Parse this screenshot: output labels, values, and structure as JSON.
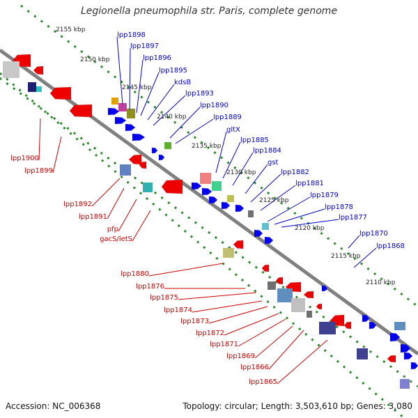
{
  "title": "Legionella pneumophila str. Paris, complete genome",
  "accession": "Accession: NC_006368",
  "topology": "Topology: circular; Length: 3,503,610 bp; Genes: 3,080",
  "colors": {
    "forward_label": "#0000cc",
    "reverse_label": "#cc0000",
    "backbone": "#808080",
    "ticks": "#2a8a2a",
    "forward_gene": "#0000ee",
    "reverse_gene": "#ee0000"
  },
  "kbp_ticks": [
    "2155 kbp",
    "2150 kbp",
    "2145 kbp",
    "2140 kbp",
    "2135 kbp",
    "2130 kbp",
    "2125 kbp",
    "2120 kbp",
    "2115 kbp",
    "2110 kbp"
  ],
  "forward_labels": [
    "lpp1898",
    "lpp1897",
    "lpp1896",
    "lpp1895",
    "kdsB",
    "lpp1893",
    "lpp1890",
    "lpp1889",
    "gltX",
    "lpp1885",
    "lpp1884",
    "gst",
    "lpp1882",
    "lpp1881",
    "lpp1879",
    "lpp1878",
    "lpp1877",
    "lpp1870",
    "lpp1868"
  ],
  "reverse_labels": [
    "lpp1900",
    "lpp1899",
    "lpp1892",
    "lpp1891",
    "pfp",
    "gacS/letS",
    "lpp1880",
    "lpp1876",
    "lpp1875",
    "lpp1874",
    "lpp1873",
    "lpp1872",
    "lpp1871",
    "lpp1869",
    "lpp1866",
    "lpp1865"
  ]
}
